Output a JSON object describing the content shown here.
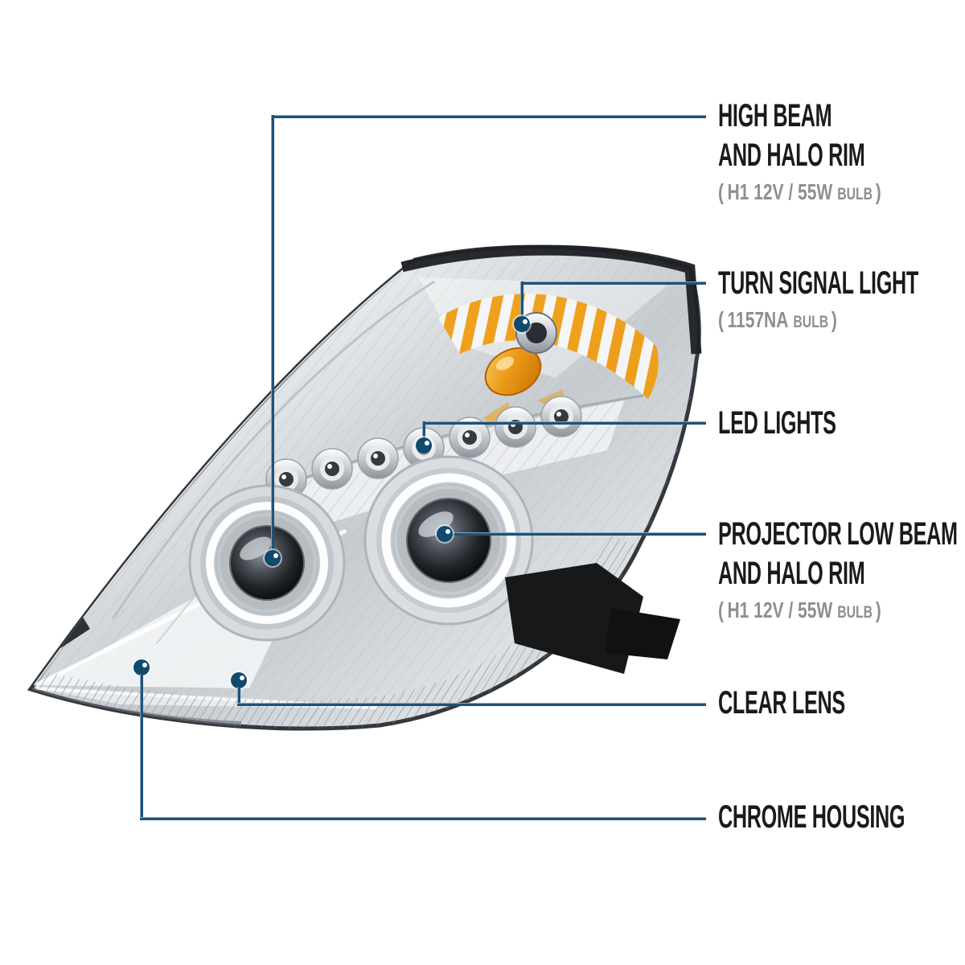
{
  "figure": {
    "kind": "annotated-product-diagram",
    "subject_image": "chrome-projector-headlight-photo"
  },
  "colors": {
    "background": "#ffffff",
    "callout_line": "#1d527a",
    "callout_dot": "#12496e",
    "title_text": "#1a1a1a",
    "sub_text": "#8f8f8f",
    "amber_bulb": "#ec9d14"
  },
  "callouts": [
    {
      "id": "high-beam",
      "title_lines": [
        "HIGH BEAM",
        "AND HALO RIM"
      ],
      "sub": {
        "open": "(",
        "main": "H1 12V / 55W",
        "small": "BULB",
        "close": ")"
      }
    },
    {
      "id": "turn-signal",
      "title_lines": [
        "TURN SIGNAL LIGHT"
      ],
      "sub": {
        "open": "(",
        "main": "1157NA",
        "small": "BULB",
        "close": ")"
      }
    },
    {
      "id": "led-lights",
      "title_lines": [
        "LED LIGHTS"
      ]
    },
    {
      "id": "projector-low-beam",
      "title_lines": [
        "PROJECTOR LOW BEAM",
        "AND HALO RIM"
      ],
      "sub": {
        "open": "(",
        "main": "H1 12V / 55W",
        "small": "BULB",
        "close": ")"
      }
    },
    {
      "id": "clear-lens",
      "title_lines": [
        "CLEAR LENS"
      ]
    },
    {
      "id": "chrome-housing",
      "title_lines": [
        "CHROME HOUSING"
      ]
    }
  ]
}
